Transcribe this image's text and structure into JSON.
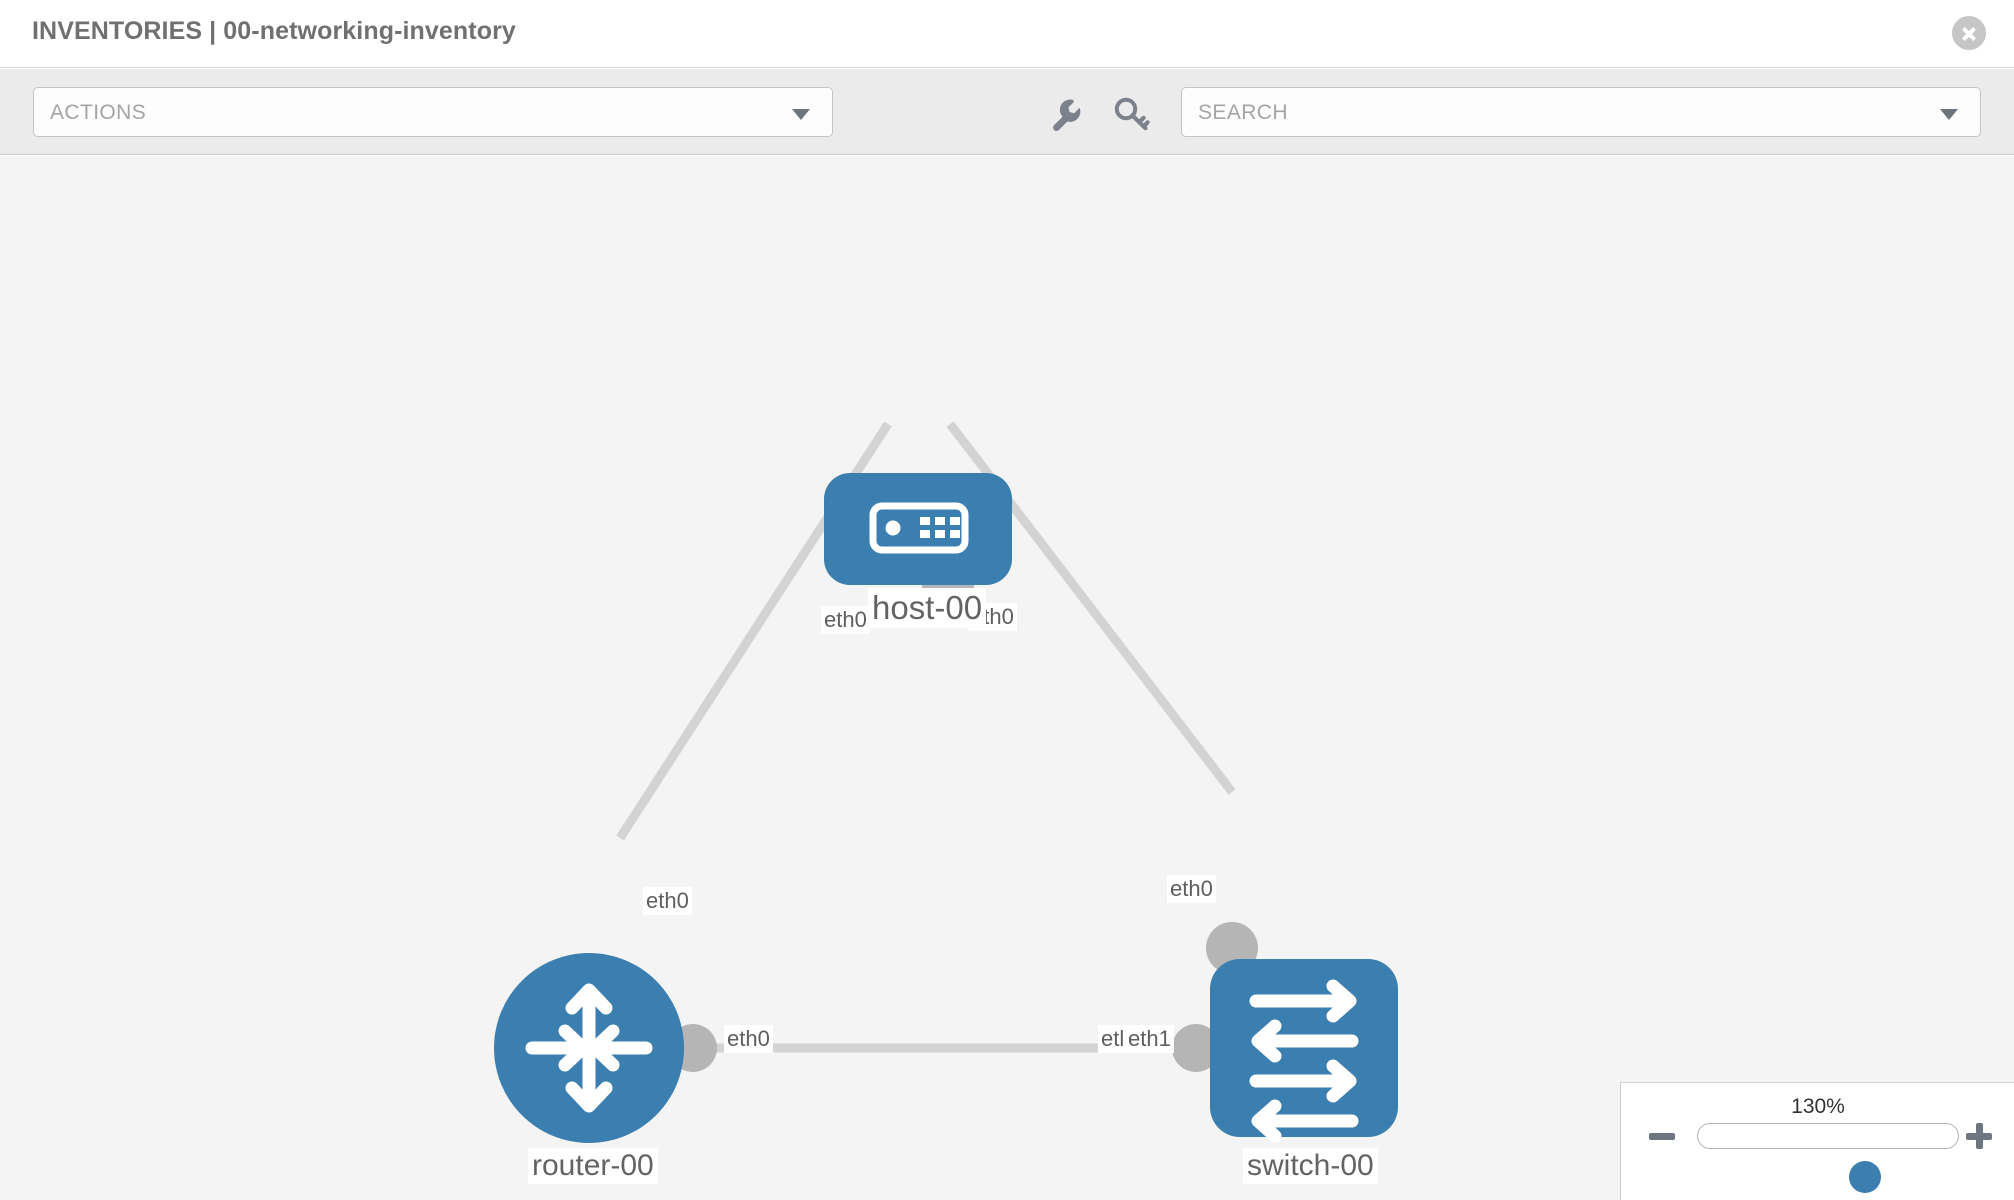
{
  "header": {
    "breadcrumb_section": "INVENTORIES",
    "separator": "|",
    "title": "INVENTORIES | 00-networking-inventory",
    "inventory_name": "00-networking-inventory",
    "close_label": "close-icon"
  },
  "toolbar": {
    "actions_label": "ACTIONS",
    "search_placeholder": "SEARCH",
    "wrench_icon": "wrench-icon",
    "key_icon": "key-icon"
  },
  "topology": {
    "nodes": [
      {
        "id": "host-00",
        "label": "host-00",
        "type": "host",
        "shape": "rounded-rect",
        "icon": "server-icon",
        "color": "#3b7eb0"
      },
      {
        "id": "router-00",
        "label": "router-00",
        "type": "router",
        "shape": "circle",
        "icon": "router-arrows-icon",
        "color": "#3b7eb0"
      },
      {
        "id": "switch-00",
        "label": "switch-00",
        "type": "switch",
        "shape": "rounded-square",
        "icon": "switch-arrows-icon",
        "color": "#3b7eb0"
      }
    ],
    "links": [
      {
        "from": "host-00",
        "to": "router-00",
        "from_iface": "eth0",
        "to_iface": "eth0"
      },
      {
        "from": "host-00",
        "to": "switch-00",
        "from_iface": "eth0",
        "to_iface": "eth0"
      },
      {
        "from": "router-00",
        "to": "switch-00",
        "from_iface": "eth0",
        "to_iface": "eth1"
      }
    ],
    "interface_labels": {
      "host_left": "eth0",
      "host_right": "eth0",
      "router_upper": "eth0",
      "switch_upper": "eth0",
      "router_right": "eth0",
      "switch_left_overlap": "etl",
      "switch_left": "eth1"
    },
    "edge_color": "#d3d3d3",
    "port_color": "#b5b5b5"
  },
  "zoom_control": {
    "percent": "130%",
    "minus_label": "zoom-out",
    "plus_label": "zoom-in"
  },
  "colors": {
    "accent_blue": "#3b7eb0",
    "canvas_bg": "#f4f4f4",
    "toolbar_bg": "#ebebeb",
    "text_gray": "#707070"
  }
}
